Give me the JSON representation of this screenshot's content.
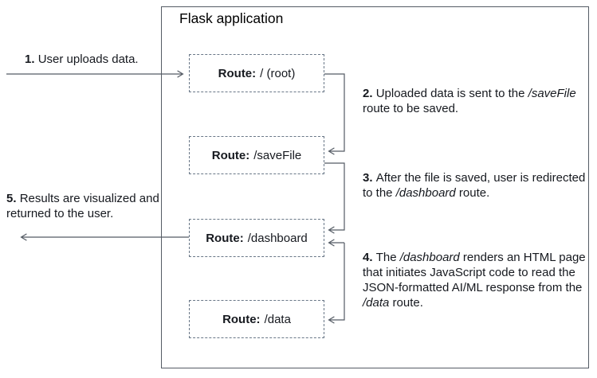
{
  "diagram": {
    "title": "Flask application",
    "routes": [
      {
        "label": "Route:",
        "value": "/ (root)"
      },
      {
        "label": "Route:",
        "value": "/saveFile"
      },
      {
        "label": "Route:",
        "value": "/dashboard"
      },
      {
        "label": "Route:",
        "value": "/data"
      }
    ],
    "steps": [
      {
        "id": 1,
        "rich": [
          {
            "t": "1. ",
            "s": "b"
          },
          {
            "t": "User uploads data.",
            "s": ""
          }
        ]
      },
      {
        "id": 2,
        "rich": [
          {
            "t": "2. ",
            "s": "b"
          },
          {
            "t": "Uploaded data is sent to the ",
            "s": ""
          },
          {
            "t": "/saveFile",
            "s": "i"
          },
          {
            "t": " route to be saved.",
            "s": ""
          }
        ]
      },
      {
        "id": 3,
        "rich": [
          {
            "t": "3. ",
            "s": "b"
          },
          {
            "t": "After the file is saved, user is redirected to the ",
            "s": ""
          },
          {
            "t": "/dashboard",
            "s": "i"
          },
          {
            "t": " route.",
            "s": ""
          }
        ]
      },
      {
        "id": 4,
        "rich": [
          {
            "t": "4. ",
            "s": "b"
          },
          {
            "t": "The ",
            "s": ""
          },
          {
            "t": "/dashboard",
            "s": "i"
          },
          {
            "t": " renders an HTML page that initiates JavaScript code to read the JSON-formatted AI/ML response from the ",
            "s": ""
          },
          {
            "t": "/data",
            "s": "i"
          },
          {
            "t": " route.",
            "s": ""
          }
        ]
      },
      {
        "id": 5,
        "rich": [
          {
            "t": "5. ",
            "s": "b"
          },
          {
            "t": "Results are visualized and returned to the user.",
            "s": ""
          }
        ]
      }
    ],
    "connections": [
      {
        "from": "user",
        "to": "/ (root)",
        "step": 1
      },
      {
        "from": "/ (root)",
        "to": "/saveFile",
        "step": 2
      },
      {
        "from": "/saveFile",
        "to": "/dashboard",
        "step": 3
      },
      {
        "from": "/dashboard",
        "to": "/data",
        "step": 4,
        "bidirectional": true
      },
      {
        "from": "/dashboard",
        "to": "user",
        "step": 5
      }
    ],
    "colors": {
      "background": "#ffffff",
      "container_border": "#545b64",
      "route_border": "#697787",
      "arrow": "#545b64",
      "text": "#16191f"
    }
  }
}
